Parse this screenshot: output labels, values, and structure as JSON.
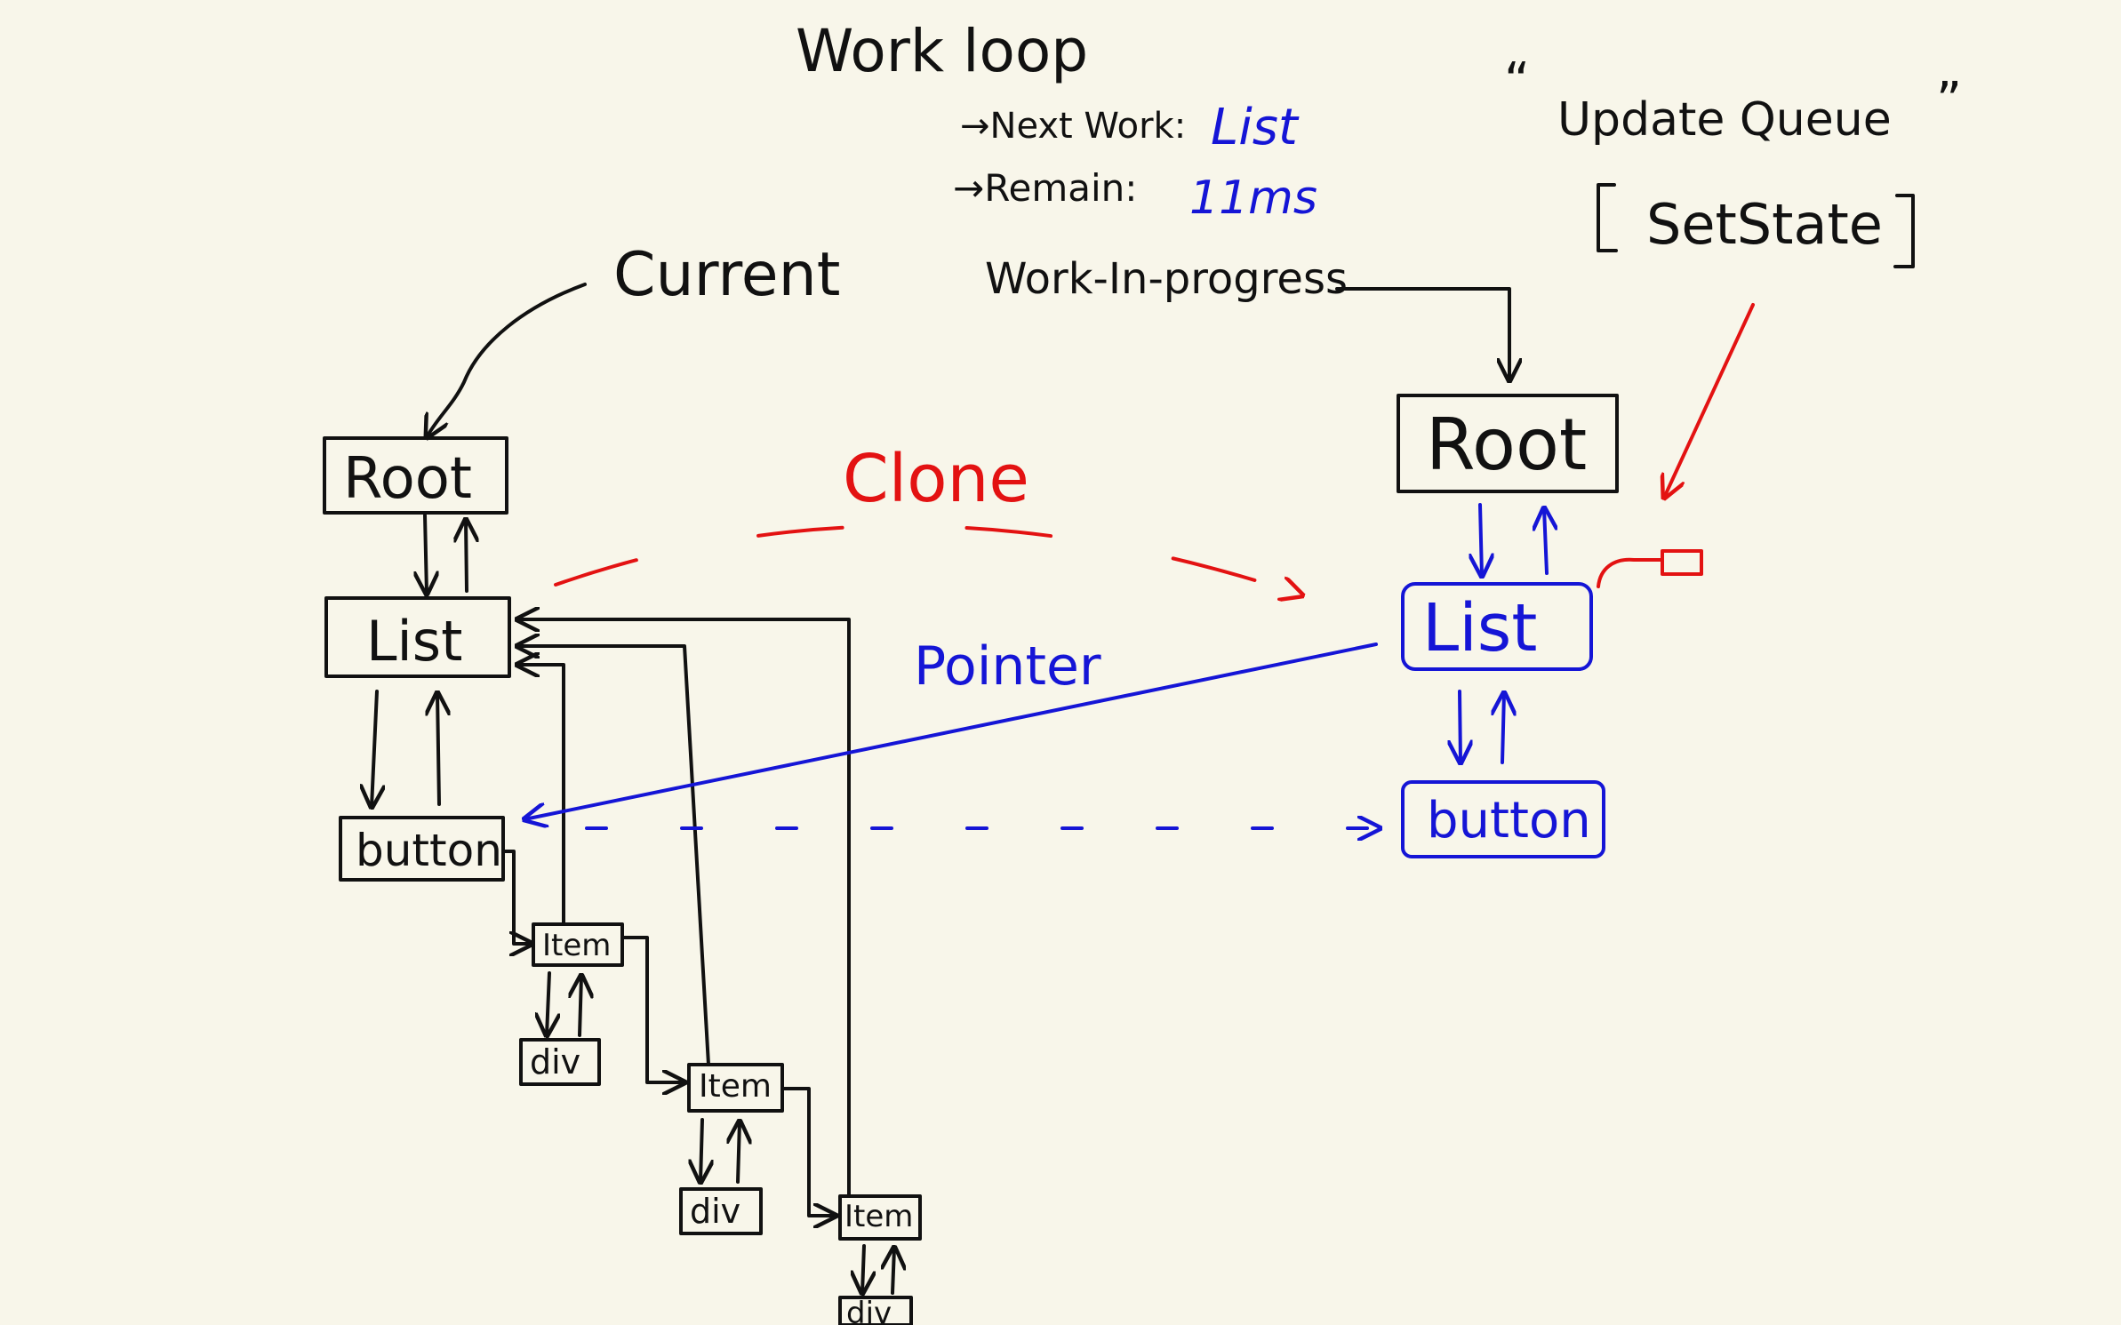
{
  "colors": {
    "ink": "#111111",
    "blue": "#1515d6",
    "red": "#e31212",
    "paper": "#f8f6ea"
  },
  "title": "Work loop",
  "next_work": {
    "label": "→Next Work:",
    "value": "List"
  },
  "remain": {
    "label": "→Remain:",
    "value": "11ms"
  },
  "update_queue": {
    "open_quote": "“",
    "label": "Update Queue",
    "close_quote": "”",
    "item": "SetState"
  },
  "current_label": "Current",
  "wip_label": "Work-In-progress",
  "clone_label": "Clone",
  "pointer_label": "Pointer",
  "current_tree": {
    "root": "Root",
    "list": "List",
    "button": "button",
    "items": [
      {
        "item": "Item",
        "child": "div"
      },
      {
        "item": "Item",
        "child": "div"
      },
      {
        "item": "Item",
        "child": "div"
      }
    ]
  },
  "wip_tree": {
    "root": "Root",
    "list": "List",
    "button": "button"
  }
}
